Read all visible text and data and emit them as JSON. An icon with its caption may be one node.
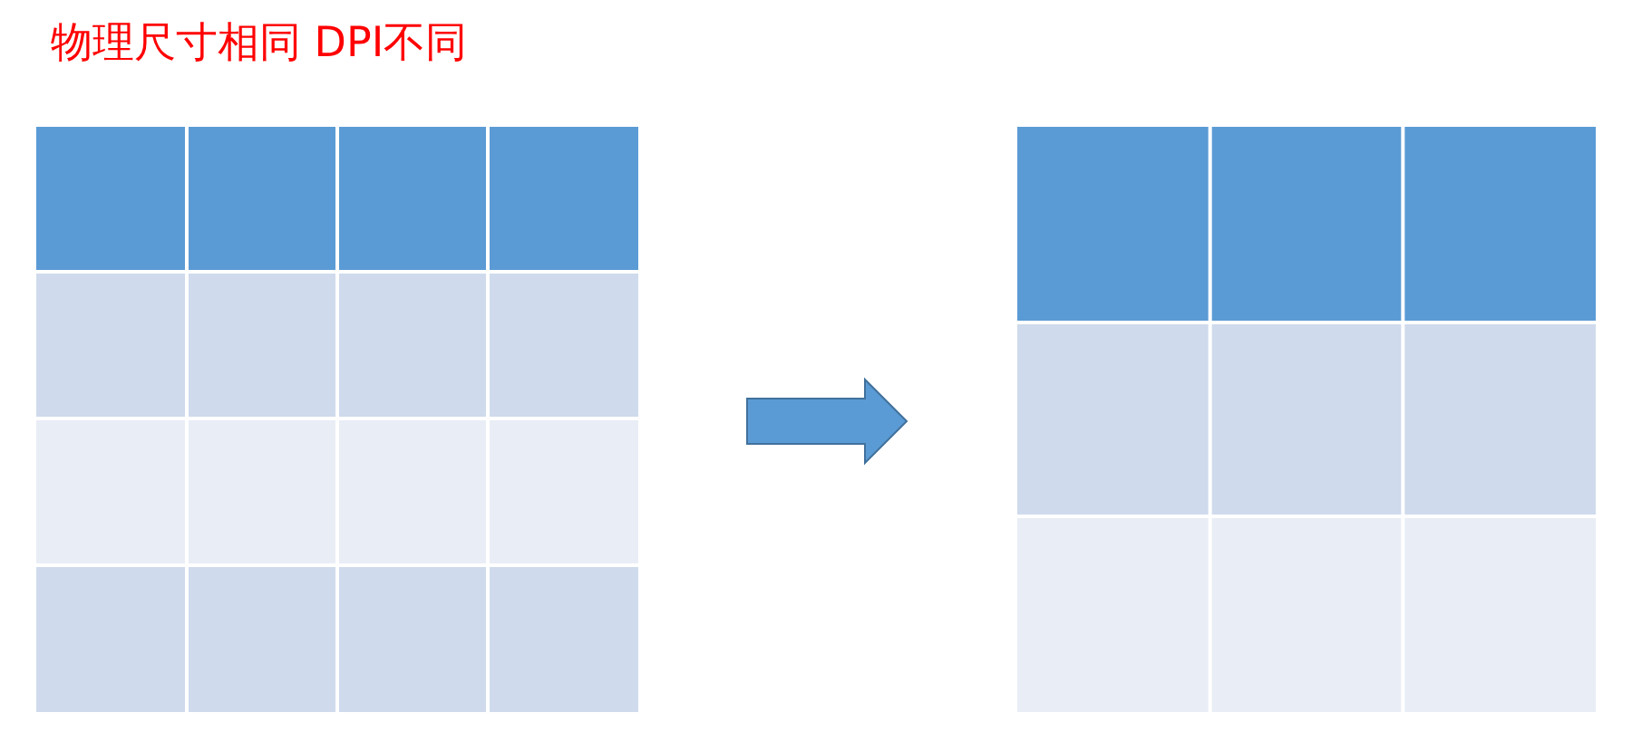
{
  "diagram": {
    "title": "物理尺寸相同 DPI不同",
    "nodes": [
      {
        "text": [],
        "shape": "box"
      },
      {
        "text": [],
        "shape": "box"
      }
    ],
    "edges": [
      {
        "from": 0,
        "to": 1,
        "arrow": "to"
      }
    ]
  }
}
